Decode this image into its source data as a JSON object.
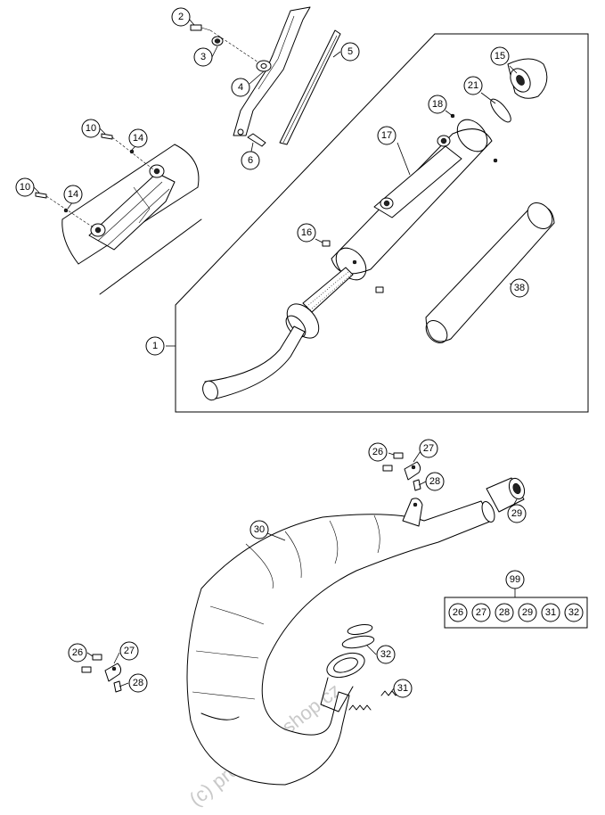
{
  "diagram": {
    "watermark": "(c) promoto-eshop.cz",
    "callouts": [
      {
        "id": "c2",
        "label": "2"
      },
      {
        "id": "c3",
        "label": "3"
      },
      {
        "id": "c4",
        "label": "4"
      },
      {
        "id": "c5",
        "label": "5"
      },
      {
        "id": "c6",
        "label": "6"
      },
      {
        "id": "c10a",
        "label": "10"
      },
      {
        "id": "c14a",
        "label": "14"
      },
      {
        "id": "c10b",
        "label": "10"
      },
      {
        "id": "c14b",
        "label": "14"
      },
      {
        "id": "c15",
        "label": "15"
      },
      {
        "id": "c21",
        "label": "21"
      },
      {
        "id": "c18",
        "label": "18"
      },
      {
        "id": "c17",
        "label": "17"
      },
      {
        "id": "c16",
        "label": "16"
      },
      {
        "id": "c38",
        "label": "38"
      },
      {
        "id": "c1",
        "label": "1"
      },
      {
        "id": "c26a",
        "label": "26"
      },
      {
        "id": "c27a",
        "label": "27"
      },
      {
        "id": "c28a",
        "label": "28"
      },
      {
        "id": "c29",
        "label": "29"
      },
      {
        "id": "c30",
        "label": "30"
      },
      {
        "id": "c99",
        "label": "99"
      },
      {
        "id": "c26b",
        "label": "26"
      },
      {
        "id": "c27b",
        "label": "27"
      },
      {
        "id": "c28b",
        "label": "28"
      },
      {
        "id": "c32",
        "label": "32"
      },
      {
        "id": "c31",
        "label": "31"
      }
    ],
    "kit_99": [
      "26",
      "27",
      "28",
      "29",
      "31",
      "32"
    ]
  }
}
